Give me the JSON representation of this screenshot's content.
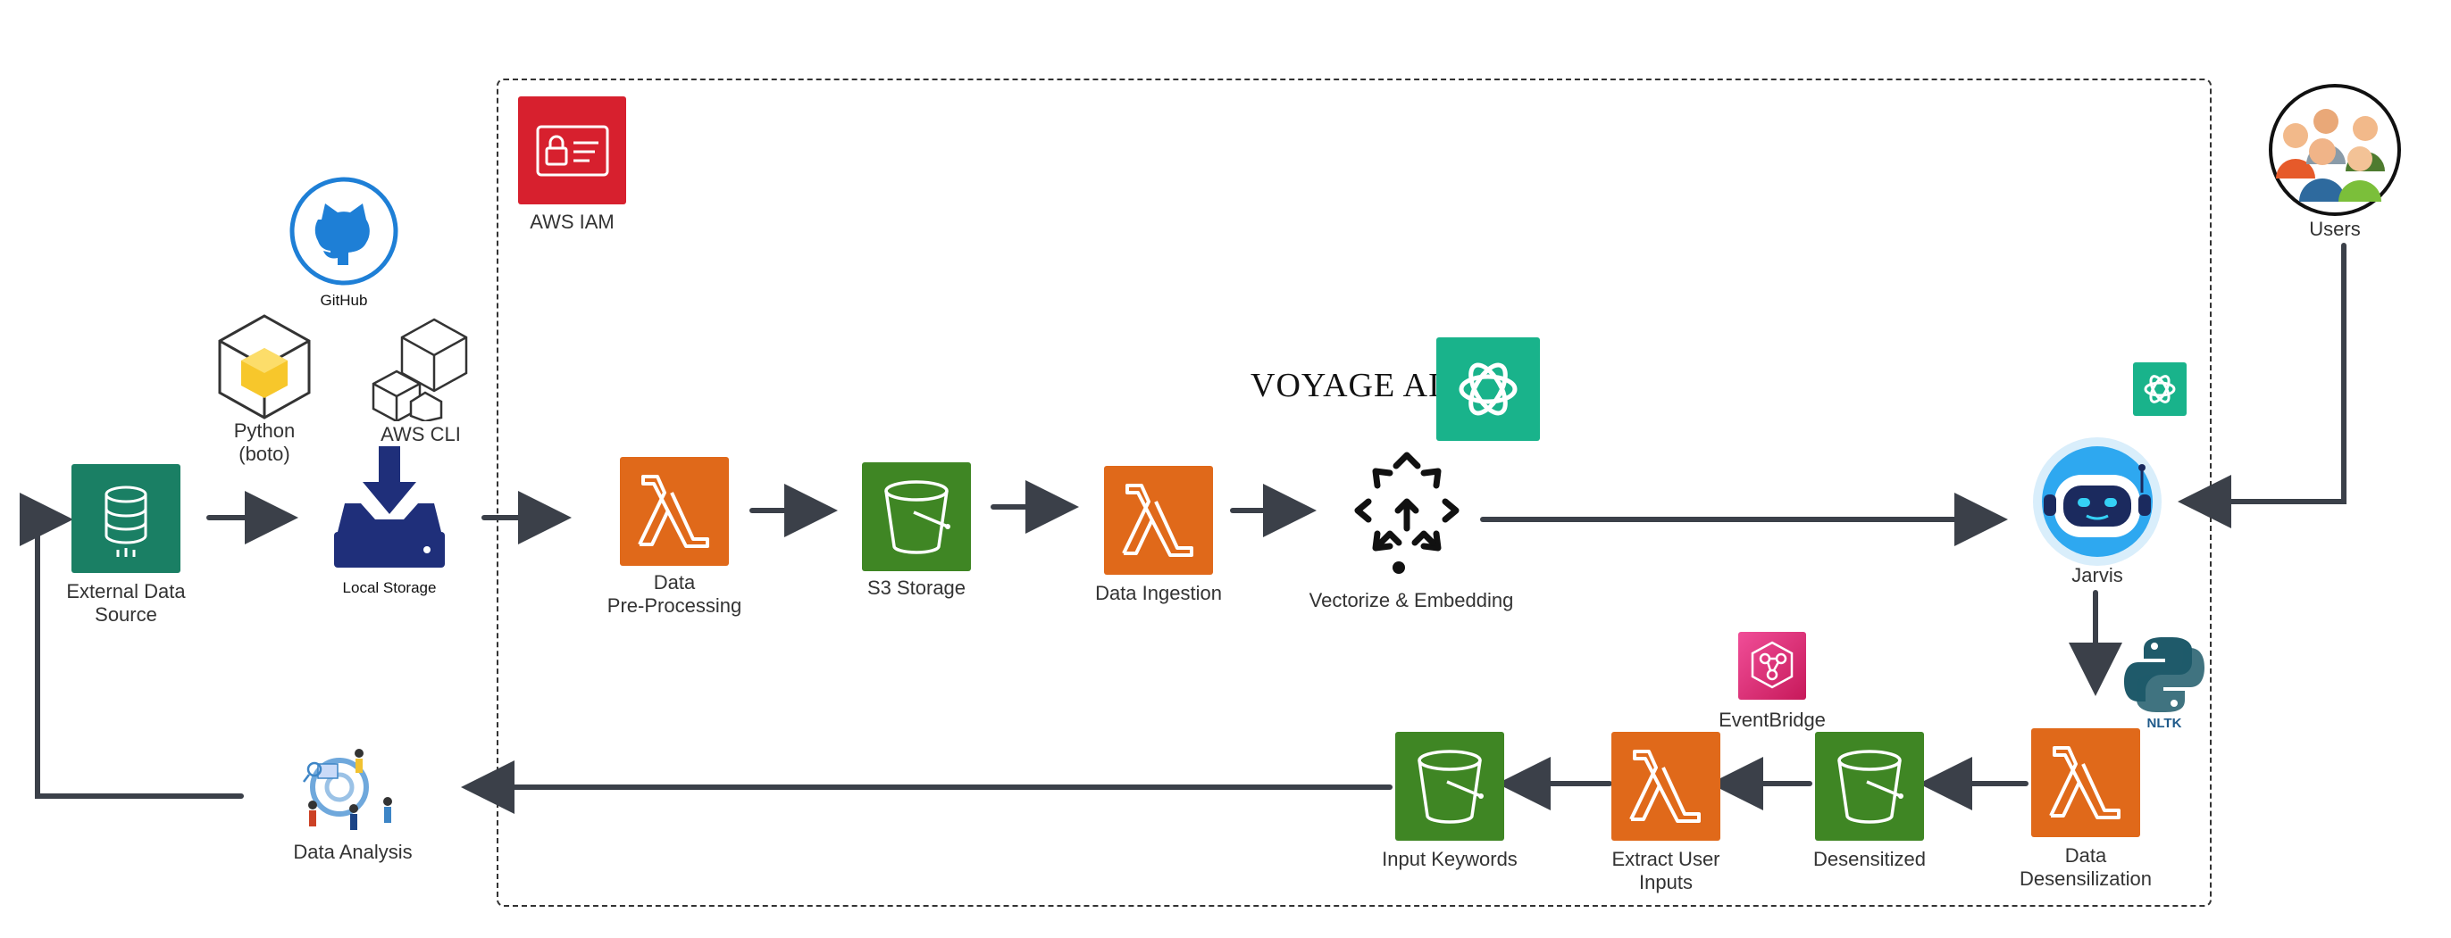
{
  "colors": {
    "lambda": "#E0691A",
    "s3": "#3F8624",
    "iam": "#D7202E",
    "external": "#1A7F64",
    "openai": "#19B38B",
    "eventbridge": "#D8256A",
    "storage": "#1F2F7A",
    "arrow": "#3B4049"
  },
  "labels": {
    "aws_iam": "AWS IAM",
    "github": "GitHub",
    "python_boto_1": "Python",
    "python_boto_2": "(boto)",
    "aws_cli": "AWS CLI",
    "external_1": "External Data",
    "external_2": "Source",
    "local_storage": "Local Storage",
    "preproc_1": "Data",
    "preproc_2": "Pre-Processing",
    "s3_storage": "S3 Storage",
    "data_ingestion": "Data Ingestion",
    "voyage_ai": "VOYAGE AI",
    "vectorize": "Vectorize & Embedding",
    "users": "Users",
    "jarvis": "Jarvis",
    "nltk": "NLTK",
    "eventbridge": "EventBridge",
    "desens_1": "Data",
    "desens_2": "Desensilization",
    "desensitized": "Desensitized",
    "extract_1": "Extract User",
    "extract_2": "Inputs",
    "input_keywords": "Input Keywords",
    "data_analysis": "Data Analysis"
  },
  "icons": {
    "iam": "iam-id-card-icon",
    "github": "github-octocat-icon",
    "python_boto": "cube-icon",
    "aws_cli": "cubes-icon",
    "external": "database-icon",
    "local_storage": "download-drive-icon",
    "lambda": "lambda-icon",
    "s3": "bucket-icon",
    "openai": "openai-icon",
    "vectorize": "embedding-network-icon",
    "users": "users-group-icon",
    "jarvis": "robot-icon",
    "python": "python-icon",
    "eventbridge": "eventbridge-icon",
    "analysis": "analytics-people-icon"
  }
}
